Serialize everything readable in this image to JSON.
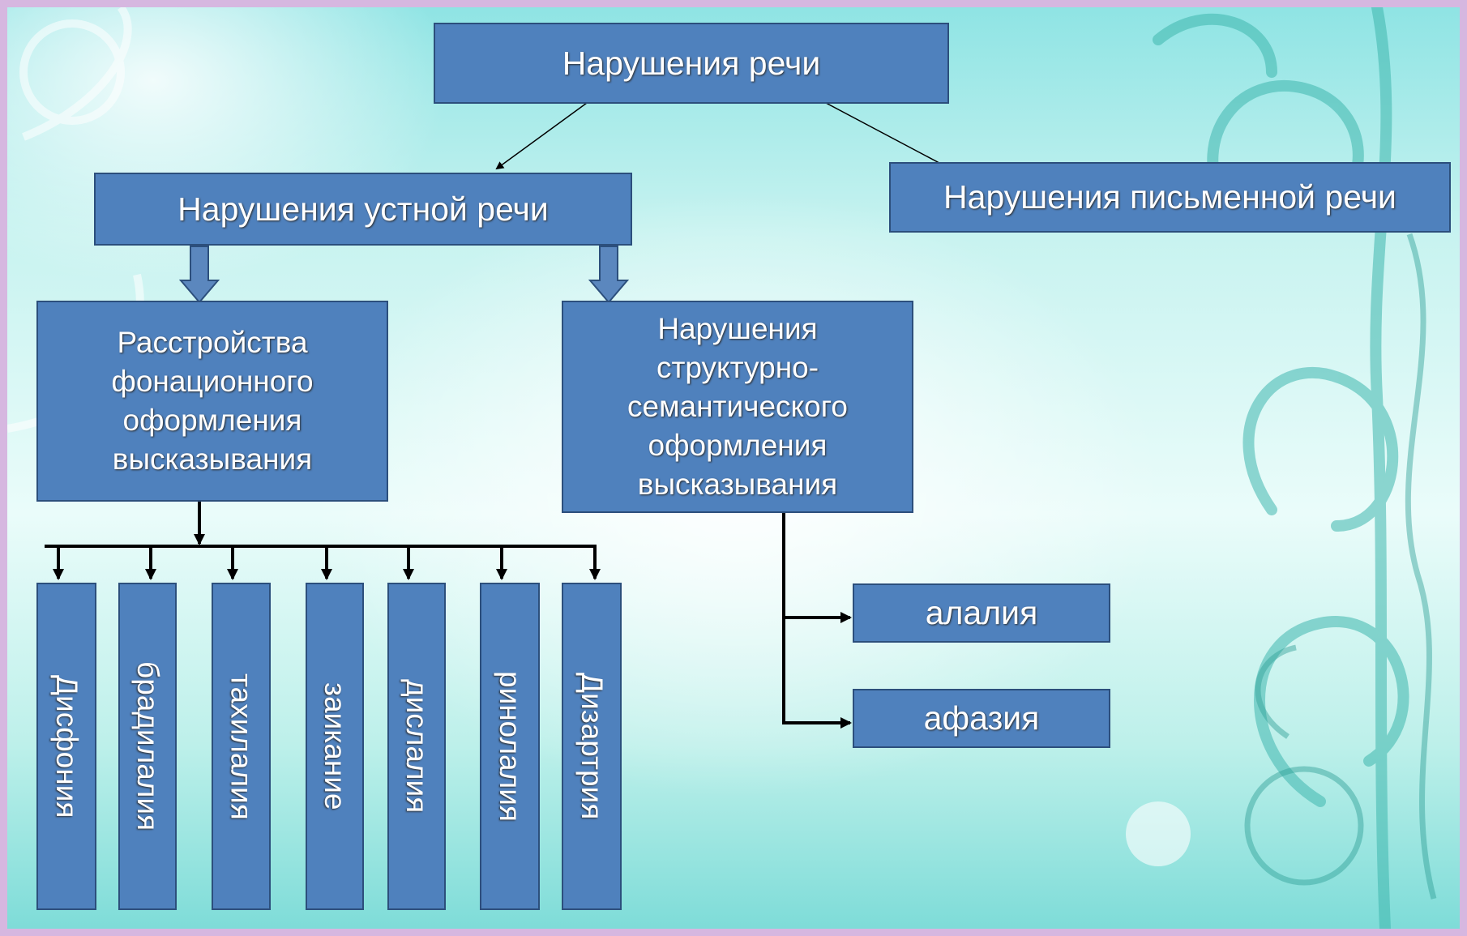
{
  "diagram": {
    "root": "Нарушения речи",
    "oral": "Нарушения устной речи",
    "written": "Нарушения письменной речи",
    "phonation": "Расстройства фонационного оформления высказывания",
    "structural": "Нарушения структурно-семантического оформления высказывания",
    "phonation_items": [
      "Дисфония",
      "брадилалия",
      "тахилалия",
      "заикание",
      "дислалия",
      "ринолалия",
      "Дизартрия"
    ],
    "structural_items": [
      "алалия",
      "афазия"
    ]
  },
  "colors": {
    "box_fill": "#4f81bd",
    "box_border": "#2c4f7c",
    "text": "#ffffff",
    "frame": "#d6b7e0"
  }
}
